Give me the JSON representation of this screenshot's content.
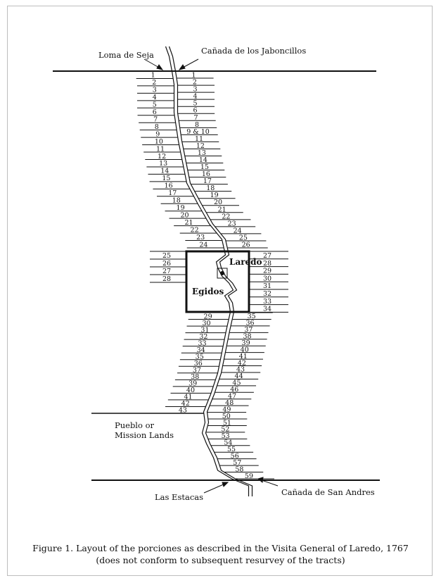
{
  "labels": {
    "loma_de_seja": "Loma de Seja",
    "canada_jaboncillos": "Cañada de los Jaboncillos",
    "laredo": "Laredo",
    "egidos": "Egidos",
    "pueblo_line1": "Pueblo or",
    "pueblo_line2": "Mission Lands",
    "las_estacas": "Las Estacas",
    "canada_san_andres": "Cañada de San Andres"
  },
  "caption": {
    "line1": "Figure 1.  Layout of the porciones as described in the Visita General of Laredo, 1767",
    "line2": "(does not conform to subsequent resurvey of the tracts)"
  },
  "north_left": [
    "1",
    "2",
    "3",
    "4",
    "5",
    "6",
    "7",
    "8",
    "9",
    "10",
    "11",
    "12",
    "13",
    "14",
    "15",
    "16",
    "17",
    "18",
    "19",
    "20",
    "21",
    "22",
    "23",
    "24"
  ],
  "north_right": [
    "1",
    "2",
    "3",
    "4",
    "5",
    "6",
    "7",
    "8",
    "9 & 10",
    "11",
    "12",
    "13",
    "14",
    "15",
    "16",
    "17",
    "18",
    "19",
    "20",
    "21",
    "22",
    "23",
    "24",
    "25",
    "26"
  ],
  "west_mid": [
    "25",
    "26",
    "27",
    "28"
  ],
  "east_mid": [
    "27",
    "28",
    "29",
    "30",
    "31",
    "32",
    "33",
    "34"
  ],
  "south_left": [
    "29",
    "30",
    "31",
    "32",
    "33",
    "34",
    "35",
    "36",
    "37",
    "38",
    "39",
    "40",
    "41",
    "42",
    "43"
  ],
  "south_right": [
    "35",
    "36",
    "37",
    "38",
    "39",
    "40",
    "41",
    "42",
    "43",
    "44",
    "45",
    "46",
    "47",
    "48",
    "49",
    "50",
    "51",
    "52",
    "53",
    "54",
    "55",
    "56",
    "57",
    "58",
    "59"
  ]
}
